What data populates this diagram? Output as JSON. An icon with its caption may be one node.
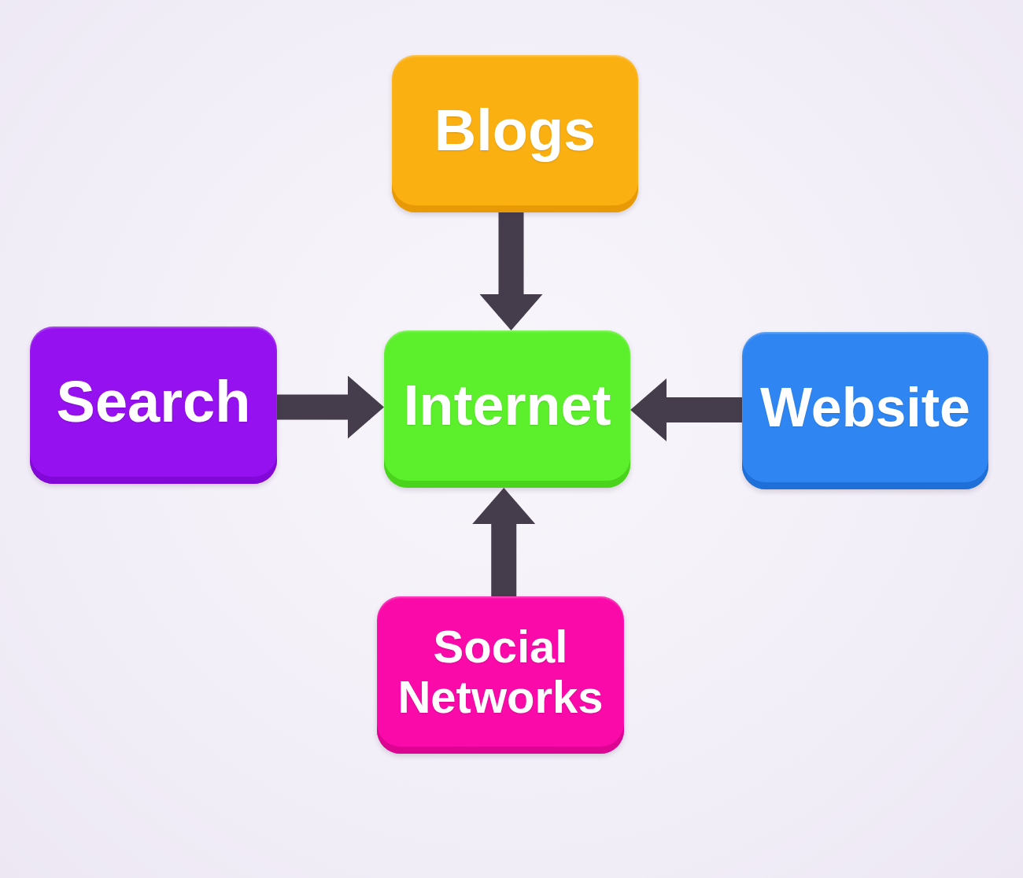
{
  "diagram": {
    "nodes": [
      {
        "text": [
          "Blogs"
        ]
      },
      {
        "text": [
          "Search"
        ]
      },
      {
        "text": [
          "Internet"
        ]
      },
      {
        "text": [
          "Website"
        ]
      },
      {
        "text": [
          "Social Networks"
        ]
      }
    ],
    "edges": [
      {
        "from": 0,
        "to": 2,
        "arrow": "to"
      },
      {
        "from": 1,
        "to": 2,
        "arrow": "to"
      },
      {
        "from": 3,
        "to": 2,
        "arrow": "to"
      },
      {
        "from": 4,
        "to": 2,
        "arrow": "to"
      }
    ]
  }
}
